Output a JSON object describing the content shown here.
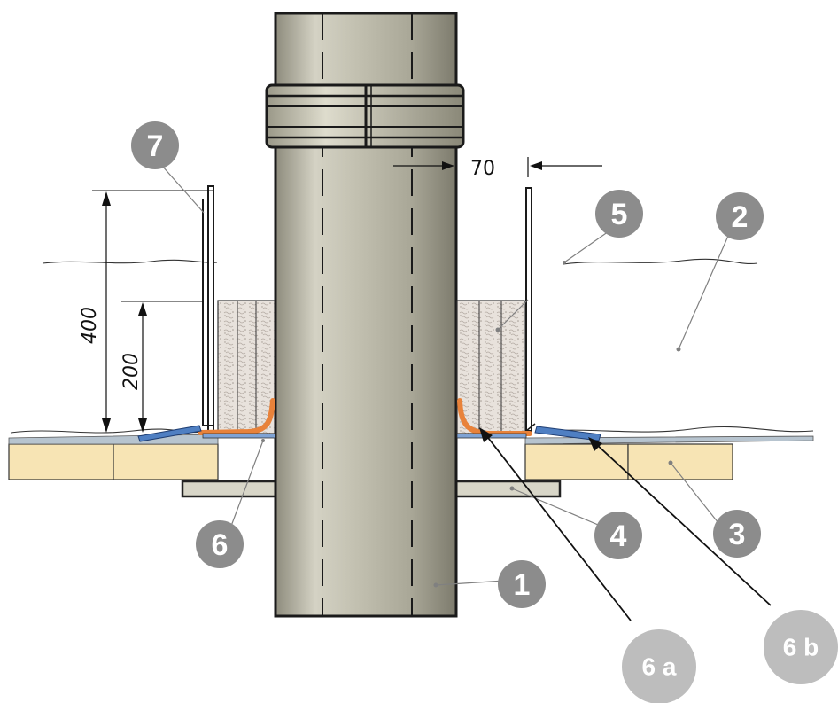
{
  "dimensions": {
    "height_400": "400",
    "height_200": "200",
    "gap_70": "70"
  },
  "callouts": {
    "c1": "1",
    "c2": "2",
    "c3": "3",
    "c4": "4",
    "c5": "5",
    "c6": "6",
    "c7": "7",
    "c6a": "6 a",
    "c6b": "6 b"
  },
  "colors": {
    "pipe": "#b9b7a6",
    "wood": "#f7e4b4",
    "insulation": "#e6e0da",
    "seal_orange": "#e8823a",
    "membrane_blue": "#4f7fc2",
    "callout": "#8c8c8c",
    "callout_light": "#bdbdbd"
  }
}
